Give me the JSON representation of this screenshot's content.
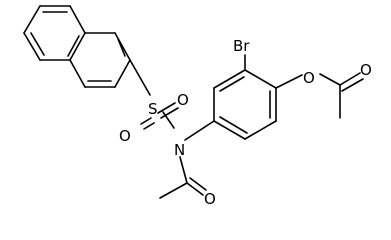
{
  "molecule": {
    "atoms": {
      "br": "Br",
      "o_ester": "O",
      "o_carbonyl_ester": "O",
      "s": "S",
      "o_sulfonyl_top": "O",
      "o_sulfonyl_bottom": "O",
      "n": "N",
      "o_carbonyl_amide": "O"
    }
  }
}
